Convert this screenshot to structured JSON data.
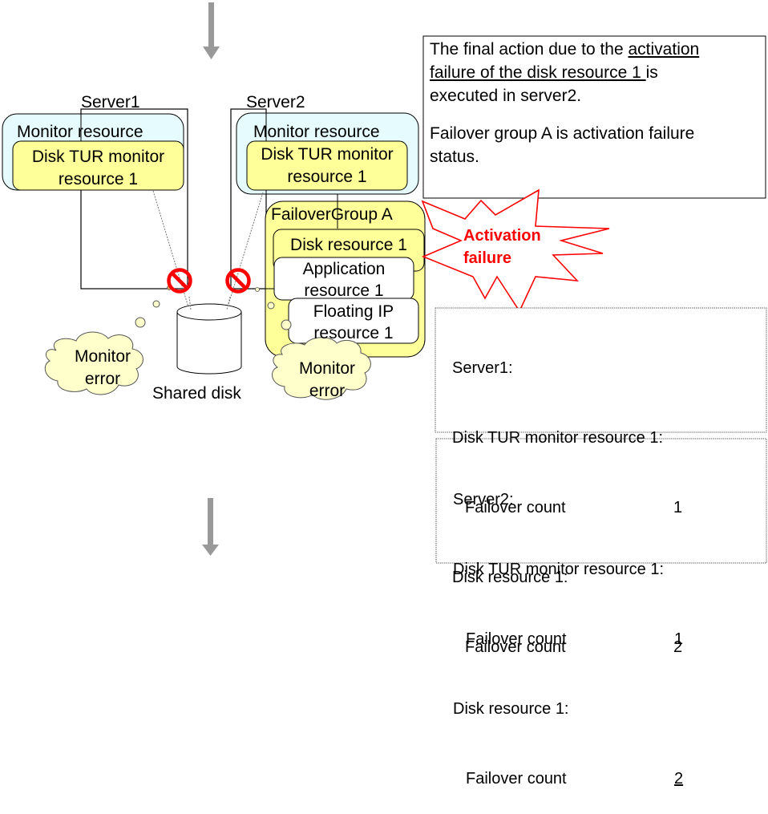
{
  "servers": [
    {
      "name": "Server1",
      "monitor_group_label": "Monitor resource",
      "monitor_label": [
        "Disk TUR monitor",
        "resource 1"
      ]
    },
    {
      "name": "Server2",
      "monitor_group_label": "Monitor resource",
      "monitor_label": [
        "Disk TUR monitor",
        "resource 1"
      ]
    }
  ],
  "failover_group": {
    "label": "FailoverGroup A",
    "resources": [
      {
        "label": [
          "Disk resource 1"
        ]
      },
      {
        "label": [
          "Application",
          "resource 1"
        ]
      },
      {
        "label": [
          "Floating IP",
          "resource 1"
        ]
      }
    ]
  },
  "shared_disk": {
    "label": "Shared disk"
  },
  "clouds": [
    {
      "label": [
        "Monitor",
        "error"
      ]
    },
    {
      "label": [
        "Monitor",
        "error"
      ]
    }
  ],
  "burst": {
    "label": [
      "Activation",
      "failure"
    ],
    "color": "#ff0000"
  },
  "note": {
    "line1_prefix": "The final action due to the ",
    "line1_underlined": "activation",
    "line2_underlined": "failure of the disk resource 1 ",
    "line2_suffix": "is",
    "line3": "executed in server2.",
    "line4": "Failover group A is activation failure",
    "line5": "status."
  },
  "status_panels": [
    {
      "server": "Server1:",
      "monitor_label": "Disk TUR monitor resource 1:",
      "monitor_count_label": "Failover count",
      "monitor_count": "1",
      "disk_label": "Disk resource 1:",
      "disk_count_label": "Failover count",
      "disk_count": "2",
      "disk_count_underlined": false
    },
    {
      "server": "Server2:",
      "monitor_label": "Disk TUR monitor resource 1:",
      "monitor_count_label": "Failover count",
      "monitor_count": "1",
      "disk_label": "Disk resource 1:",
      "disk_count_label": "Failover count",
      "disk_count": "2",
      "disk_count_underlined": true
    }
  ],
  "colors": {
    "monitor_group_fill": "#e5fbfd",
    "resource_fill": "#ffff99",
    "cloud_fill": "#ffffcc",
    "arrow": "#999999",
    "prohibit": "#ff0000"
  }
}
